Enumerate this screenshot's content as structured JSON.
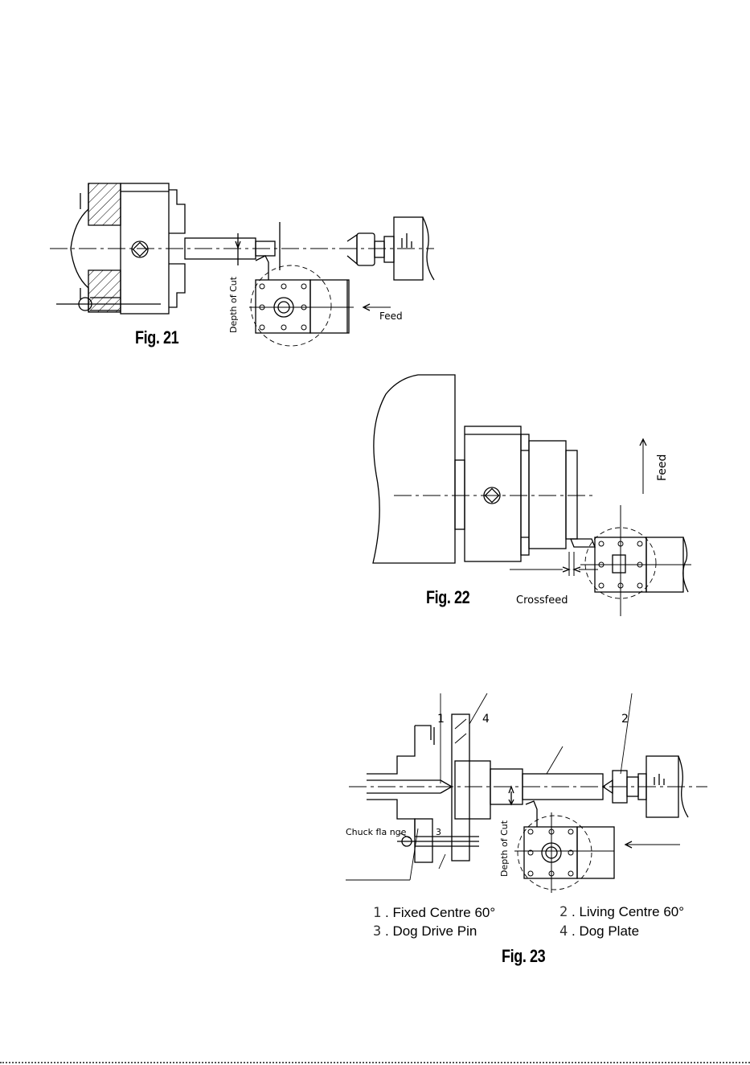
{
  "fig21": {
    "caption": "Fig. 21",
    "depth_label": "Depth of Cut",
    "feed_label": "Feed"
  },
  "fig22": {
    "caption": "Fig. 22",
    "feed_label": "Feed",
    "crossfeed_label": "Crossfeed"
  },
  "fig23": {
    "caption": "Fig. 23",
    "depth_label": "Depth of Cut",
    "chuck_flange_label": "Chuck fla nge",
    "callouts": [
      "1",
      "4",
      "2",
      "3"
    ],
    "legend": [
      {
        "num": "1",
        "text": "Fixed Centre 60°"
      },
      {
        "num": "2",
        "text": "Living Centre 60°"
      },
      {
        "num": "3",
        "text": "Dog Drive Pin"
      },
      {
        "num": "4",
        "text": "Dog Plate"
      }
    ]
  }
}
